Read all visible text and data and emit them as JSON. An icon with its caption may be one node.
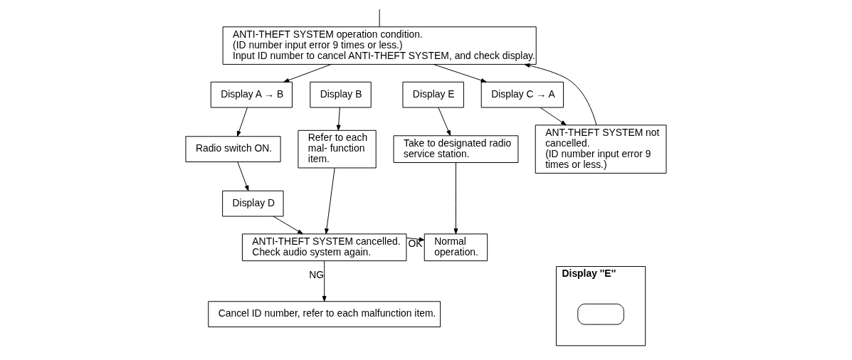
{
  "diagram": {
    "nodes": [
      {
        "text": [
          "ANTI-THEFT SYSTEM operation condition.",
          "(ID number input error 9 times or less.)",
          "Input ID number to cancel ANTI-THEFT SYSTEM, and check display."
        ]
      },
      {
        "text": [
          "Display A → B"
        ]
      },
      {
        "text": [
          "Display B"
        ]
      },
      {
        "text": [
          "Display E"
        ]
      },
      {
        "text": [
          "Display C → A"
        ]
      },
      {
        "text": [
          "Radio switch ON."
        ]
      },
      {
        "text": [
          "Refer to each mal- function item."
        ]
      },
      {
        "text": [
          "Take to designated radio service station."
        ]
      },
      {
        "text": [
          "ANT-THEFT SYSTEM not cancelled.",
          "(ID number input error 9 times or less.)"
        ]
      },
      {
        "text": [
          "Display D"
        ]
      },
      {
        "text": [
          "ANTI-THEFT SYSTEM cancelled.",
          "Check audio system again."
        ]
      },
      {
        "text": [
          "Normal operation."
        ]
      },
      {
        "text": [
          "Cancel ID number, refer to each malfunction item."
        ]
      },
      {
        "text": [
          "Display ''E''"
        ]
      },
      {
        "text": [],
        "shape": "box",
        "in": 13
      }
    ],
    "edges": [
      {
        "from": null,
        "to": 0,
        "arrow": "none"
      },
      {
        "from": 0,
        "to": 1,
        "arrow": "to"
      },
      {
        "from": 0,
        "to": 4,
        "arrow": "to"
      },
      {
        "from": 1,
        "to": 5,
        "arrow": "to"
      },
      {
        "from": 2,
        "to": 6,
        "arrow": "to"
      },
      {
        "from": 3,
        "to": 7,
        "arrow": "to"
      },
      {
        "from": 4,
        "to": 8,
        "arrow": "to"
      },
      {
        "from": 5,
        "to": 9,
        "arrow": "to"
      },
      {
        "from": 9,
        "to": 10,
        "arrow": "to"
      },
      {
        "from": 6,
        "to": 10,
        "arrow": "to"
      },
      {
        "from": 7,
        "to": 11,
        "arrow": "to"
      },
      {
        "from": 10,
        "to": 11,
        "label": "OK",
        "arrow": "to"
      },
      {
        "from": 10,
        "to": 12,
        "label": "NG",
        "arrow": "to"
      },
      {
        "from": 8,
        "to": 0,
        "arrow": "to"
      }
    ]
  }
}
